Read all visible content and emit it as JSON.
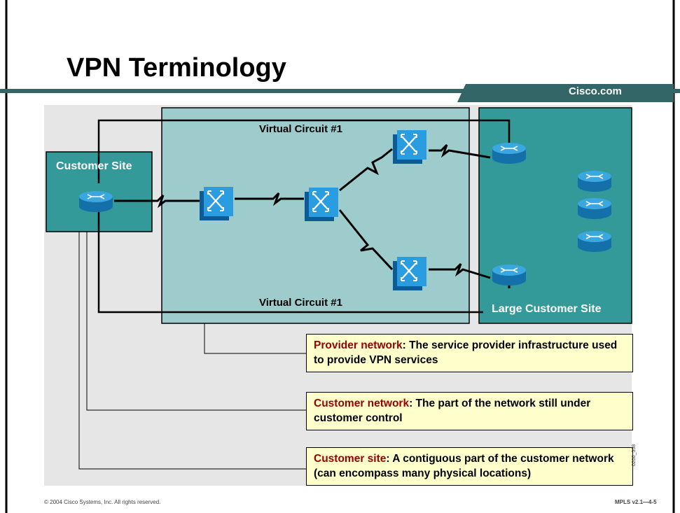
{
  "title": "VPN Terminology",
  "brand": "Cisco.com",
  "diagram": {
    "customer_site_label": "Customer Site",
    "large_customer_site_label": "Large Customer Site",
    "vc_top": "Virtual Circuit #1",
    "vc_bottom": "Virtual Circuit #1"
  },
  "callouts": [
    {
      "term": "Provider network",
      "text": ": The service provider infrastructure used to provide VPN services"
    },
    {
      "term": "Customer network",
      "text": ": The part of the network still under customer control"
    },
    {
      "term": "Customer site",
      "text": ": A contiguous part of the customer network (can encompass many physical locations)"
    }
  ],
  "footer": {
    "copyright": "© 2004 Cisco Systems, Inc. All rights reserved.",
    "course": "MPLS v2.1—4-5",
    "figure_code": "0200_558"
  },
  "colors": {
    "provider_cloud": "#9ecccc",
    "site_fill": "#339999",
    "title_bar": "#336666",
    "device": "#1f8fd0",
    "callout_bg": "#ffffcc",
    "term": "#990000"
  }
}
